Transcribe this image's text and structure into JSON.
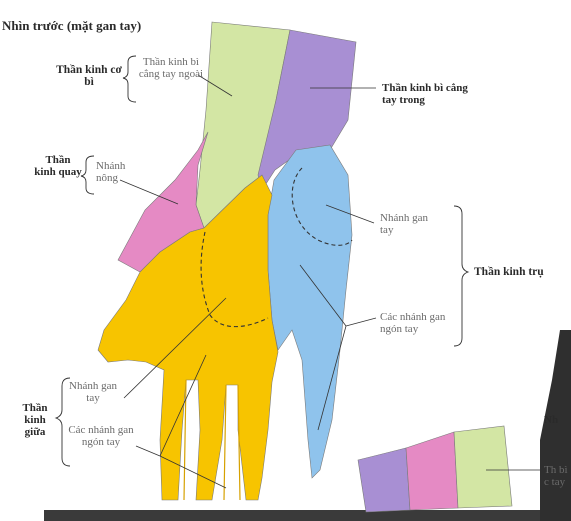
{
  "title": "Nhìn trước (mặt gan tay)",
  "labels": {
    "musculo_group": "Thần kinh cơ bì",
    "lat_forearm": "Thần kinh bì cẳng tay ngoài",
    "med_forearm": "Thần kinh bì cẳng tay trong",
    "radial_group": "Thần kinh quay",
    "superficial": "Nhánh nông",
    "ulnar_palmar": "Nhánh gan tay",
    "ulnar_group": "Thần kinh trụ",
    "ulnar_digital": "Các nhánh gan ngón tay",
    "median_palmar": "Nhánh gan tay",
    "median_group": "Thần kinh giữa",
    "median_digital": "Các nhánh gan ngón tay",
    "partial_header": "Nh",
    "partial_side": "Th bì c tay"
  },
  "colors": {
    "musculocutaneous": "#d3e6a4",
    "medial_cutaneous": "#a88fd3",
    "radial": "#e58ac4",
    "median": "#f7c400",
    "ulnar": "#8fc3ec"
  }
}
